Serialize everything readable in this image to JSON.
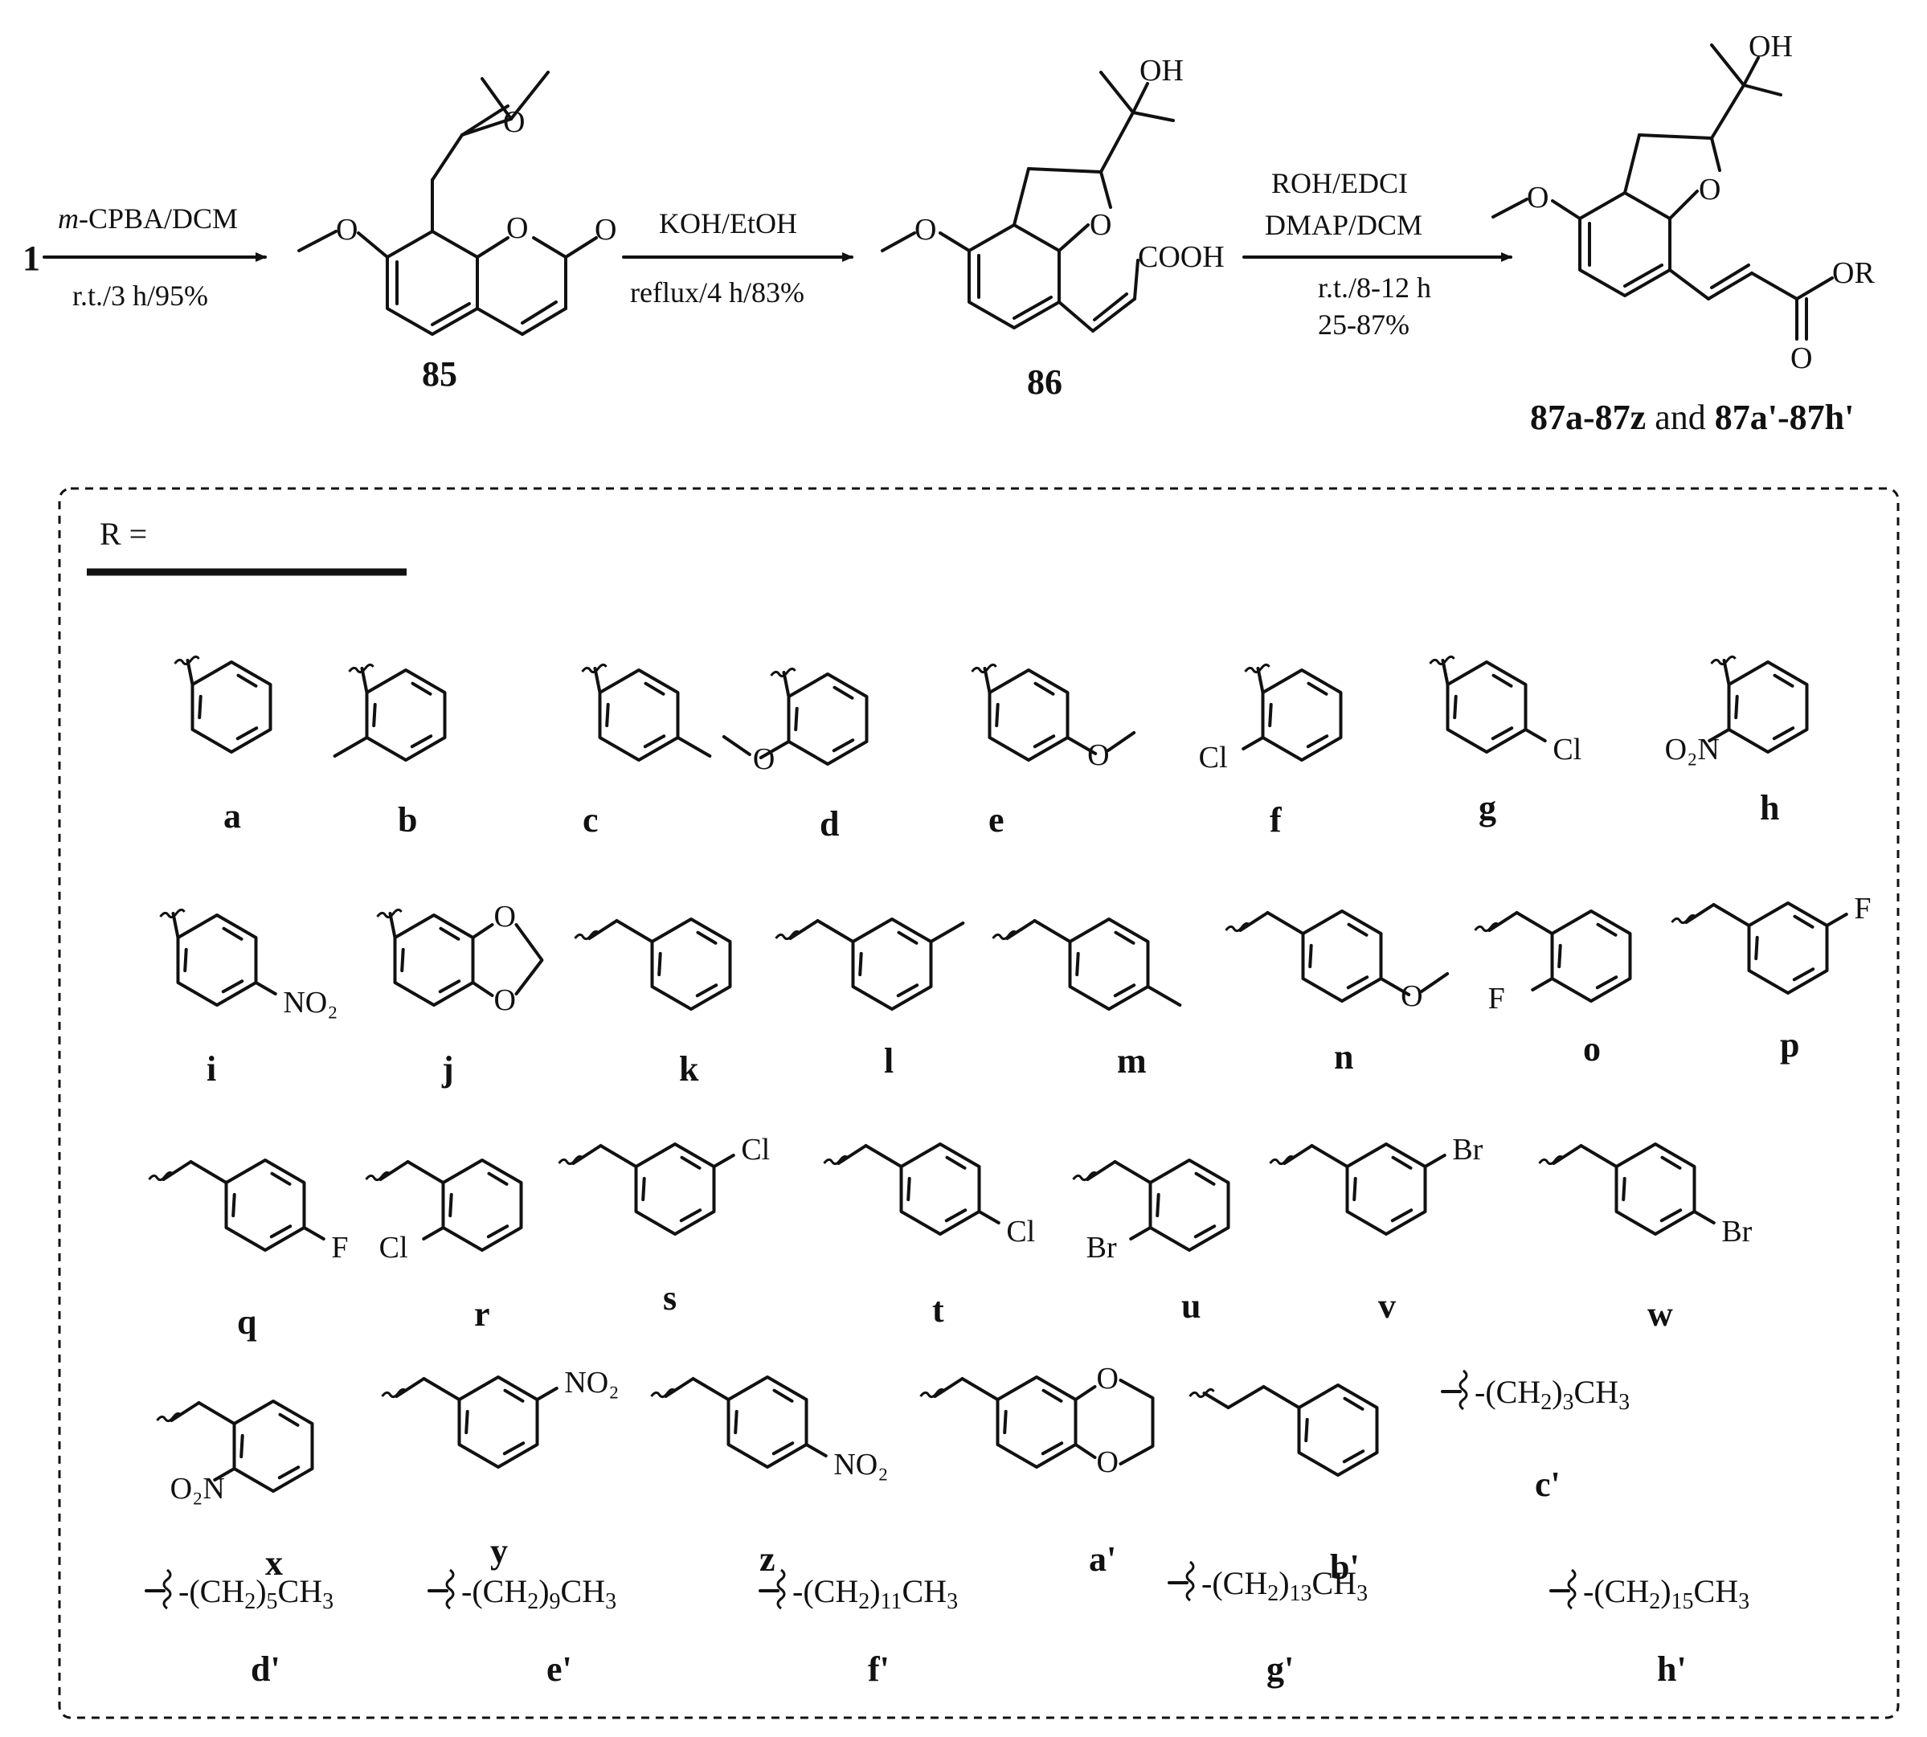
{
  "scheme": {
    "start_label": "1",
    "step1": {
      "above": "m-CPBA/DCM",
      "above_italic_prefix": "m",
      "above_rest": "-CPBA/DCM",
      "below": "r.t./3 h/95%"
    },
    "step2": {
      "above": "KOH/EtOH",
      "below": "reflux/4 h/83%"
    },
    "step3": {
      "above1": "ROH/EDCI",
      "above2": "DMAP/DCM",
      "below1": "r.t./8-12 h",
      "below2": "25-87%"
    },
    "compound85": "85",
    "compound86": "86",
    "product_bold1": "87a-87z",
    "product_mid": " and ",
    "product_bold2": "87a'-87h'",
    "atoms": {
      "O": "O",
      "OH": "OH",
      "COOH": "COOH",
      "OR": "OR"
    }
  },
  "box": {
    "header": "R =",
    "substituents": [
      {
        "id": "a",
        "label": "a"
      },
      {
        "id": "b",
        "label": "b"
      },
      {
        "id": "c",
        "label": "c"
      },
      {
        "id": "d",
        "label": "d"
      },
      {
        "id": "e",
        "label": "e"
      },
      {
        "id": "f",
        "label": "f",
        "atom": "Cl"
      },
      {
        "id": "g",
        "label": "g",
        "atom": "Cl"
      },
      {
        "id": "h",
        "label": "h",
        "atom": "O2N"
      },
      {
        "id": "i",
        "label": "i",
        "atom": "NO2"
      },
      {
        "id": "j",
        "label": "j"
      },
      {
        "id": "k",
        "label": "k"
      },
      {
        "id": "l",
        "label": "l"
      },
      {
        "id": "m",
        "label": "m"
      },
      {
        "id": "n",
        "label": "n"
      },
      {
        "id": "o",
        "label": "o",
        "atom": "F"
      },
      {
        "id": "p",
        "label": "p",
        "atom": "F"
      },
      {
        "id": "q",
        "label": "q",
        "atom": "F"
      },
      {
        "id": "r",
        "label": "r",
        "atom": "Cl"
      },
      {
        "id": "s",
        "label": "s",
        "atom": "Cl"
      },
      {
        "id": "t",
        "label": "t",
        "atom": "Cl"
      },
      {
        "id": "u",
        "label": "u",
        "atom": "Br"
      },
      {
        "id": "v",
        "label": "v",
        "atom": "Br"
      },
      {
        "id": "w",
        "label": "w",
        "atom": "Br"
      },
      {
        "id": "x",
        "label": "x",
        "atom": "O2N"
      },
      {
        "id": "y",
        "label": "y",
        "atom": "NO2"
      },
      {
        "id": "z",
        "label": "z",
        "atom": "NO2"
      },
      {
        "id": "a1",
        "label": "a'"
      },
      {
        "id": "b1",
        "label": "b'"
      }
    ],
    "alkyl": [
      {
        "id": "c1",
        "label": "c'",
        "n": "3",
        "text": "-(CH2)3CH3"
      },
      {
        "id": "d1",
        "label": "d'",
        "n": "5",
        "text": "-(CH2)5CH3"
      },
      {
        "id": "e1",
        "label": "e'",
        "n": "9",
        "text": "-(CH2)9CH3"
      },
      {
        "id": "f1",
        "label": "f'",
        "n": "11",
        "text": "-(CH2)11CH3"
      },
      {
        "id": "g1",
        "label": "g'",
        "n": "13",
        "text": "-(CH2)13CH3"
      },
      {
        "id": "h1",
        "label": "h'",
        "n": "15",
        "text": "-(CH2)15CH3"
      }
    ]
  }
}
